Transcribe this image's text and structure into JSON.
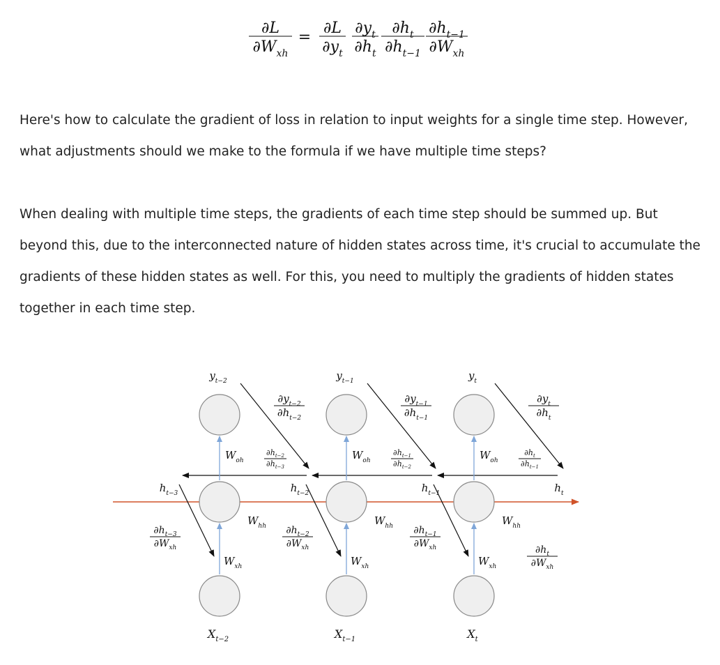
{
  "formula": {
    "lhs": {
      "num": "∂L",
      "den": "∂W",
      "den_sub": "xh"
    },
    "equals": "=",
    "rhs": [
      {
        "num": "∂L",
        "num_sub": "",
        "den": "∂y",
        "den_sub": "t"
      },
      {
        "num": "∂y",
        "num_sub": "t",
        "den": "∂h",
        "den_sub": "t"
      },
      {
        "num": "∂h",
        "num_sub": "t",
        "den": "∂h",
        "den_sub": "t−1"
      },
      {
        "num": "∂h",
        "num_sub": "t−1",
        "den": "∂W",
        "den_sub": "xh"
      }
    ]
  },
  "paragraphs": {
    "p1": "Here's how to calculate the gradient of loss in relation to input weights for a single time step. However, what adjustments should we make to the formula if we have multiple time steps?",
    "p2": "When dealing with multiple time steps, the gradients of each time step should be summed up. But beyond this, due to the interconnected nature of hidden states across time, it's crucial to accumulate the gradients of these hidden states as well. For this, you need to multiply the gradients of hidden states together in each time step."
  },
  "diagram": {
    "columns": [
      {
        "y": "y",
        "y_sub": "t−2",
        "x": "X",
        "x_sub": "t−2",
        "dy_num": "∂y",
        "dy_num_sub": "t−2",
        "dy_den": "∂h",
        "dy_den_sub": "t−2",
        "dh_num": "∂h",
        "dh_num_sub": "t−2",
        "dh_den": "∂h",
        "dh_den_sub": "t−3",
        "dw_num": "∂h",
        "dw_num_sub": "t−3",
        "dw_den": "∂W",
        "dw_den_sub": "xh"
      },
      {
        "y": "y",
        "y_sub": "t−1",
        "x": "X",
        "x_sub": "t−1",
        "dy_num": "∂y",
        "dy_num_sub": "t−1",
        "dy_den": "∂h",
        "dy_den_sub": "t−1",
        "dh_num": "∂h",
        "dh_num_sub": "t−1",
        "dh_den": "∂h",
        "dh_den_sub": "t−2",
        "dw_num": "∂h",
        "dw_num_sub": "t−2",
        "dw_den": "∂W",
        "dw_den_sub": "xh"
      },
      {
        "y": "y",
        "y_sub": "t",
        "x": "X",
        "x_sub": "t",
        "dy_num": "∂y",
        "dy_num_sub": "t",
        "dy_den": "∂h",
        "dy_den_sub": "t",
        "dh_num": "∂h",
        "dh_num_sub": "t",
        "dh_den": "∂h",
        "dh_den_sub": "t−1",
        "dw_num": "∂h",
        "dw_num_sub": "t−1",
        "dw_den": "∂W",
        "dw_den_sub": "xh"
      }
    ],
    "h_labels": [
      {
        "t": "h",
        "s": "t−3"
      },
      {
        "t": "h",
        "s": "t−2"
      },
      {
        "t": "h",
        "s": "t−1"
      },
      {
        "t": "h",
        "s": "t"
      }
    ],
    "last_dw": {
      "num": "∂h",
      "num_sub": "t",
      "den": "∂W",
      "den_sub": "xh"
    },
    "w_oh": {
      "t": "W",
      "s": "oh"
    },
    "w_hh": {
      "t": "W",
      "s": "hh"
    },
    "w_xh": {
      "t": "W",
      "s": "xh"
    },
    "colors": {
      "forward_arrow": "#d0532a",
      "input_arrow": "#7fa6d8",
      "node_fill": "#efefef",
      "node_stroke": "#888888"
    }
  }
}
